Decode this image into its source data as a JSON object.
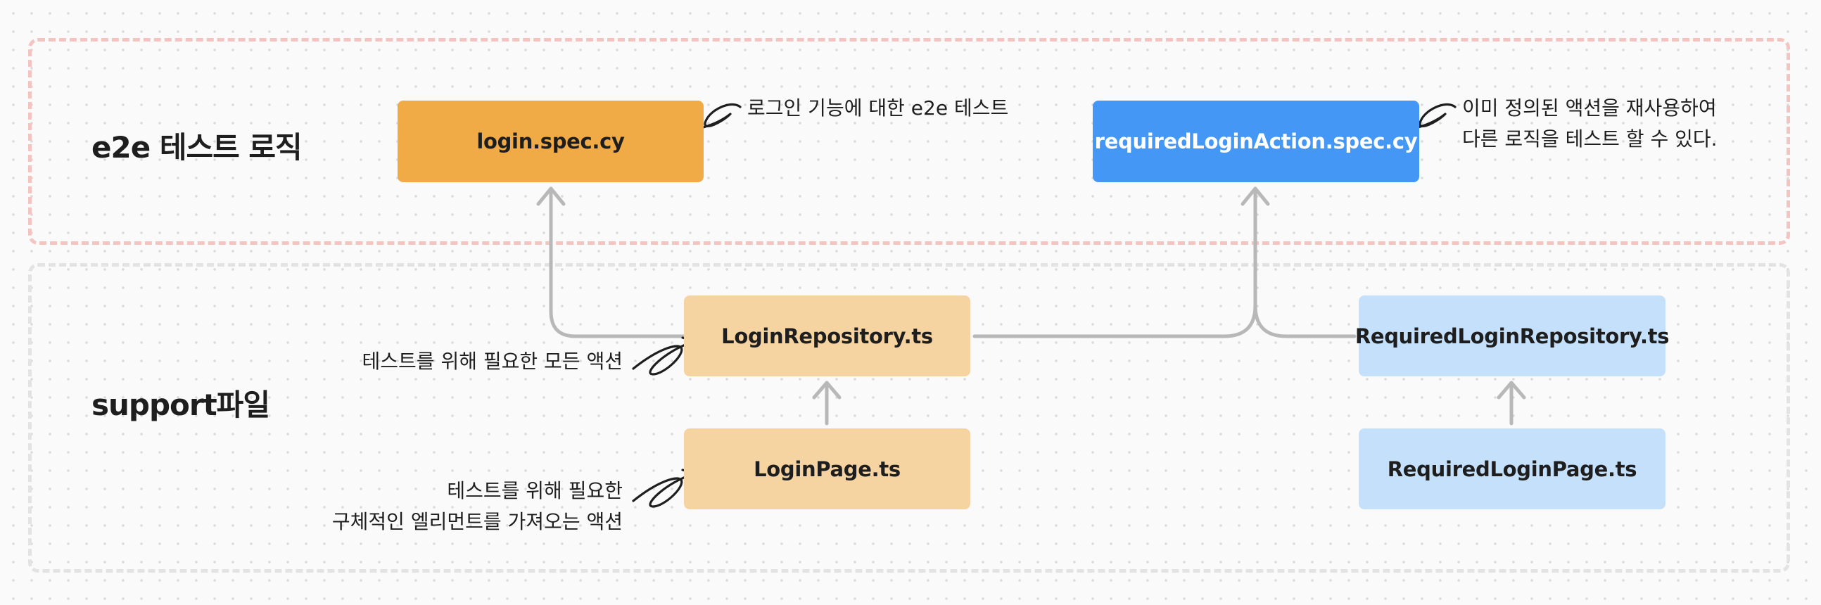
{
  "sections": {
    "e2e": {
      "title": "e2e 테스트 로직"
    },
    "support": {
      "title": "support파일"
    }
  },
  "nodes": {
    "login_spec": {
      "label": "login.spec.cy",
      "color": "#f0ab47"
    },
    "required_spec": {
      "label": "requiredLoginAction.spec.cy",
      "color": "#4597f6"
    },
    "login_repo": {
      "label": "LoginRepository.ts",
      "color": "#f6d4a1"
    },
    "login_page": {
      "label": "LoginPage.ts",
      "color": "#f6d4a1"
    },
    "required_repo": {
      "label": "RequiredLoginRepository.ts",
      "color": "#c5e0fa"
    },
    "required_page": {
      "label": "RequiredLoginPage.ts",
      "color": "#c5e0fa"
    }
  },
  "notes": {
    "login_spec": [
      "로그인 기능에 대한 e2e 테스트"
    ],
    "required_spec": [
      "이미 정의된 액션을 재사용하여",
      "다른 로직을 테스트 할 수 있다."
    ],
    "login_repo": [
      "테스트를 위해 필요한 모든 액션"
    ],
    "login_page": [
      "테스트를 위해 필요한",
      "구체적인 엘리먼트를 가져오는 액션"
    ]
  },
  "colors": {
    "edge": "#b8b8b8",
    "scribble": "#1e1e1e"
  }
}
